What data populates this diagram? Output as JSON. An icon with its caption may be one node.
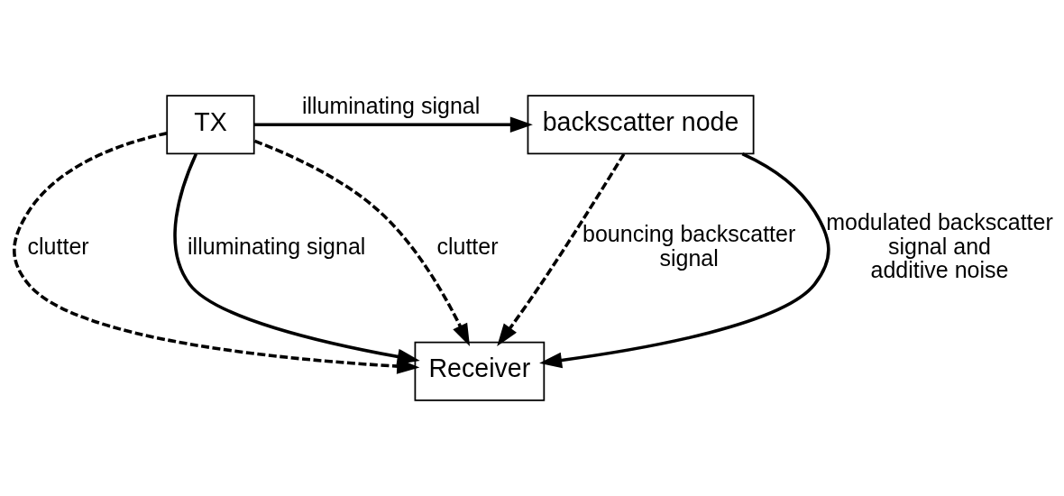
{
  "diagram": {
    "nodes": [
      {
        "text": [
          "TX"
        ]
      },
      {
        "text": [
          "backscatter node"
        ]
      },
      {
        "text": [
          "Receiver"
        ]
      }
    ],
    "edges": [
      {
        "from": 0,
        "to": 1,
        "arrow": "to",
        "label": "illuminating signal"
      },
      {
        "from": 0,
        "to": 2,
        "arrow": "to",
        "label": "clutter",
        "style": "dashed"
      },
      {
        "from": 0,
        "to": 2,
        "arrow": "to",
        "label": "illuminating signal"
      },
      {
        "from": 0,
        "to": 2,
        "arrow": "to",
        "label": "clutter",
        "style": "dashed"
      },
      {
        "from": 1,
        "to": 2,
        "arrow": "to",
        "label": "bouncing backscatter signal",
        "style": "dashed"
      },
      {
        "from": 1,
        "to": 2,
        "arrow": "to",
        "label": "modulated backscatter signal and additive noise"
      }
    ]
  }
}
